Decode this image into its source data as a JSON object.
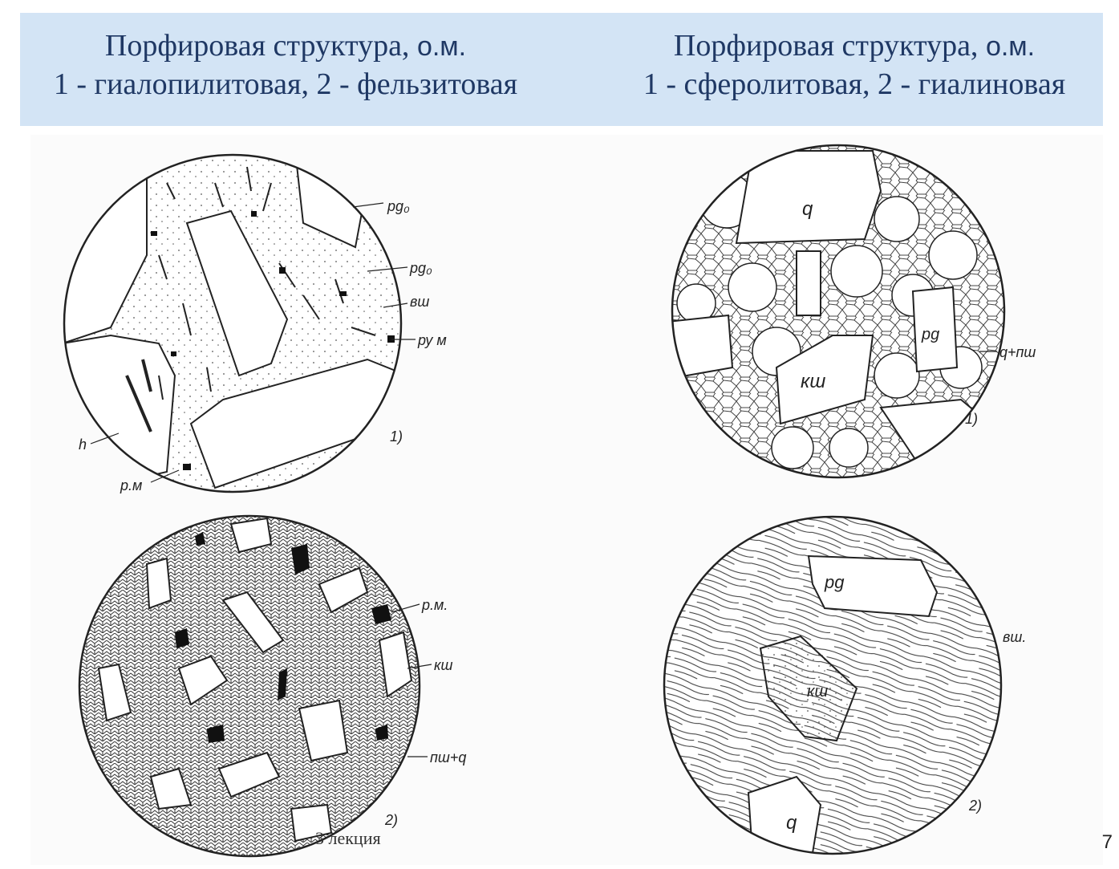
{
  "header": {
    "left": {
      "title": "Порфировая структура,",
      "suffix": "о.м.",
      "subtitle": "1 - гиалопилитовая, 2 - фельзитовая"
    },
    "right": {
      "title": "Порфировая структура,",
      "suffix": "о.м.",
      "subtitle": "1 - сферолитовая, 2 - гиалиновая"
    }
  },
  "figures": {
    "top_left": {
      "labels": [
        "pg₀",
        "pg₀",
        "вш",
        "ру м",
        "h",
        "р.м",
        "1)"
      ]
    },
    "top_right": {
      "labels": [
        "q",
        "pg",
        "q+пш",
        "кш",
        "1)"
      ]
    },
    "bottom_left": {
      "labels": [
        "р.м.",
        "кш",
        "пш+q",
        "2)"
      ]
    },
    "bottom_right": {
      "labels": [
        "pg",
        "вш.",
        "кш",
        "q",
        "2)"
      ]
    }
  },
  "footer": {
    "text": "3 лекция"
  },
  "page_number": "7"
}
